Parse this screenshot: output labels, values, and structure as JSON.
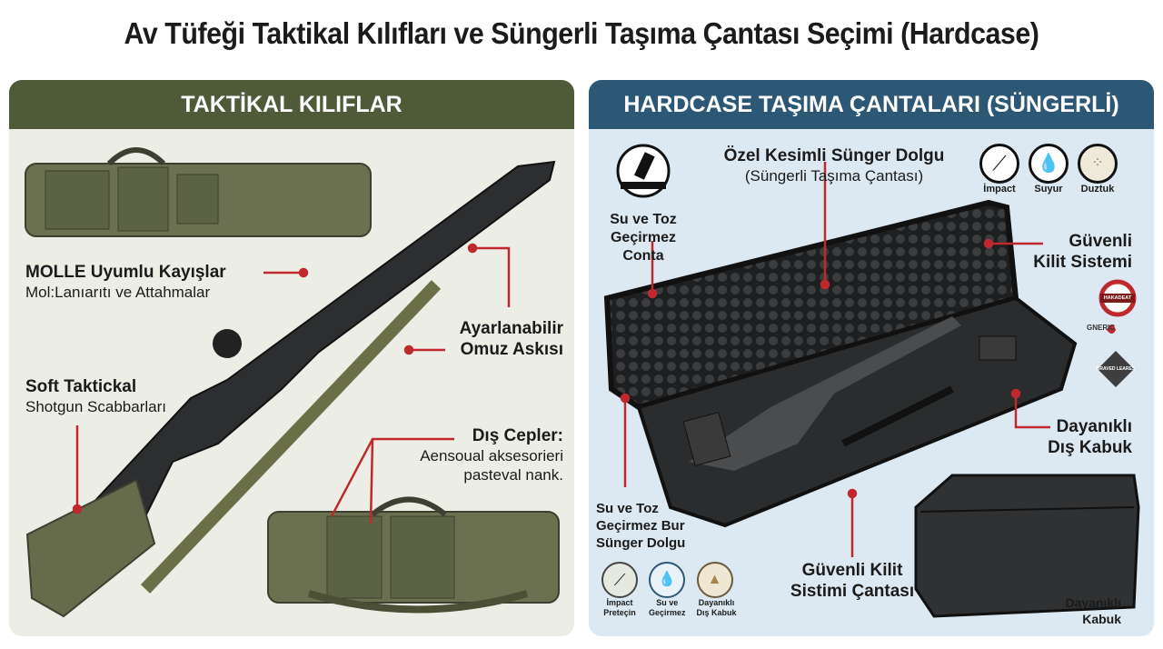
{
  "title": "Av Tüfeği Taktikal Kılıfları ve Süngerli Taşıma Çantası Seçimi (Hardcase)",
  "left": {
    "header": "TAKTİKAL KILIFLAR",
    "labels": [
      {
        "title": "MOLLE Uyumlu Kayışlar",
        "sub": "Mol:Lanıarıtı ve Attahmalar"
      },
      {
        "title": "Ayarlanabilir",
        "title2": "Omuz Askısı"
      },
      {
        "title": "Soft Taktickal",
        "sub": "Shotgun Scabbarları"
      },
      {
        "title": "Dış Cepler:",
        "sub": "Aensoual aksesorieri",
        "sub2": "pasteval nank."
      }
    ],
    "colors": {
      "header": "#4e5a38",
      "bag": "#6b7050",
      "accent": "#c0282d"
    }
  },
  "right": {
    "header": "HARDCASE TAŞIMA ÇANTALARI (SÜNGERLİ)",
    "labels": {
      "foam_title": "Özel Kesimli Sünger Dolgu",
      "foam_sub": "(Süngerli Taşıma Çantası)",
      "seal1": "Su ve Toz",
      "seal2": "Geçirmez Conta",
      "lock1": "Güvenli",
      "lock2": "Kilit Sistemi",
      "shell1": "Dayanıklı",
      "shell2": "Dış Kabuk",
      "foam2_1": "Su ve Toz",
      "foam2_2": "Geçirmez Bur",
      "foam2_3": "Sünger Dolgu",
      "lockcase1": "Güvenli Kilit",
      "lockcase2": "Sistimi Çantası",
      "small1": "Dayanıklı",
      "small2": "Kabuk"
    },
    "top_icons": [
      {
        "icon": "impact-icon",
        "label": "İmpact"
      },
      {
        "icon": "water-icon",
        "label": "Suyur"
      },
      {
        "icon": "dust-icon",
        "label": "Duztuk"
      }
    ],
    "bottom_icons": [
      {
        "icon": "impact-icon",
        "l1": "İmpact",
        "l2": "Preteçin"
      },
      {
        "icon": "water-icon",
        "l1": "Su ve",
        "l2": "Geçirmez"
      },
      {
        "icon": "dust-icon",
        "l1": "Dayanıklı",
        "l2": "Dış Kabuk"
      }
    ],
    "brands": [
      "HAKADEAT",
      "GNERIC",
      "BRAVED LEARES"
    ],
    "colors": {
      "header": "#2d5875",
      "case": "#2a2c2e",
      "accent": "#c0282d"
    }
  }
}
